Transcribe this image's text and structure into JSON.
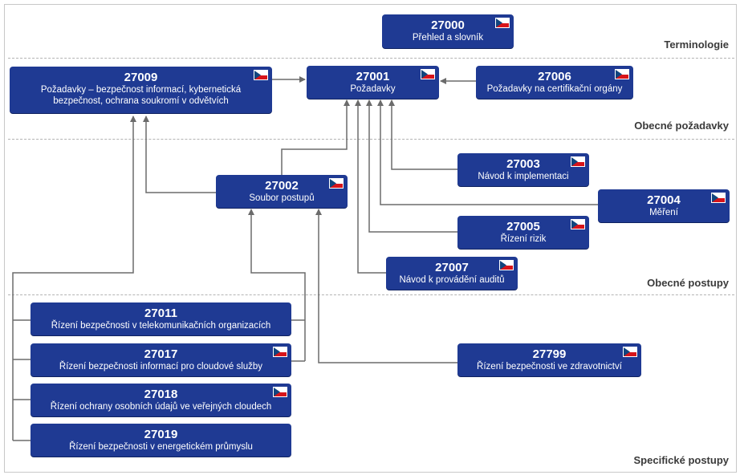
{
  "sections": {
    "terminology": "Terminologie",
    "general_requirements": "Obecné požadavky",
    "general_procedures": "Obecné postupy",
    "specific_procedures": "Specifické postupy"
  },
  "flag_icon": "czech-flag-icon",
  "colors": {
    "node": "#1f3a93",
    "connector": "#6b6b6b",
    "flag_red": "#d7141a",
    "flag_blue": "#11457e"
  },
  "nodes": {
    "n27000": {
      "code": "27000",
      "title": "Přehled a slovník"
    },
    "n27001": {
      "code": "27001",
      "title": "Požadavky"
    },
    "n27006": {
      "code": "27006",
      "title": "Požadavky na certifikační orgány"
    },
    "n27009": {
      "code": "27009",
      "title": "Požadavky – bezpečnost informací, kybernetická bezpečnost, ochrana soukromí v odvětvích"
    },
    "n27002": {
      "code": "27002",
      "title": "Soubor postupů"
    },
    "n27003": {
      "code": "27003",
      "title": "Návod k implementaci"
    },
    "n27004": {
      "code": "27004",
      "title": "Měření"
    },
    "n27005": {
      "code": "27005",
      "title": "Řízení rizik"
    },
    "n27007": {
      "code": "27007",
      "title": "Návod k provádění auditů"
    },
    "n27011": {
      "code": "27011",
      "title": "Řízení bezpečnosti v telekomunikačních organizacích"
    },
    "n27017": {
      "code": "27017",
      "title": "Řízení bezpečnosti informací pro cloudové služby"
    },
    "n27018": {
      "code": "27018",
      "title": "Řízení ochrany osobních údajů ve veřejných cloudech"
    },
    "n27019": {
      "code": "27019",
      "title": "Řízení bezpečnosti v energetickém průmyslu"
    },
    "n27799": {
      "code": "27799",
      "title": "Řízení bezpečnosti ve zdravotnictví"
    }
  }
}
